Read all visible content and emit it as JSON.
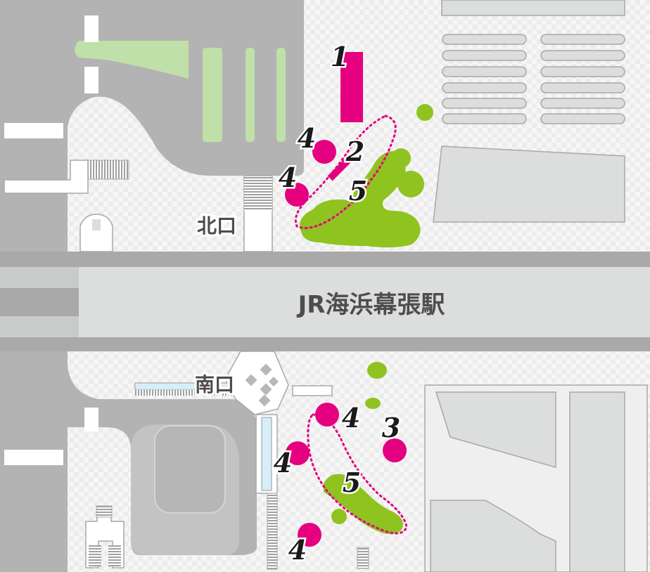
{
  "station": {
    "name": "JR海浜幕張駅"
  },
  "exits": {
    "north": "北口",
    "south": "南口"
  },
  "markers": [
    {
      "id": "n1",
      "label": "1"
    },
    {
      "id": "n2",
      "label": "2"
    },
    {
      "id": "n4a",
      "label": "4"
    },
    {
      "id": "n4b",
      "label": "4"
    },
    {
      "id": "n5",
      "label": "5"
    },
    {
      "id": "s3",
      "label": "3"
    },
    {
      "id": "s4a",
      "label": "4"
    },
    {
      "id": "s4b",
      "label": "4"
    },
    {
      "id": "s4c",
      "label": "4"
    },
    {
      "id": "s5",
      "label": "5"
    }
  ],
  "colors": {
    "marker": "#e4007f",
    "greenery": "#8fc31f",
    "lawn": "#bfe0a8",
    "road": "#b3b3b3",
    "building": "#dcdddd"
  }
}
